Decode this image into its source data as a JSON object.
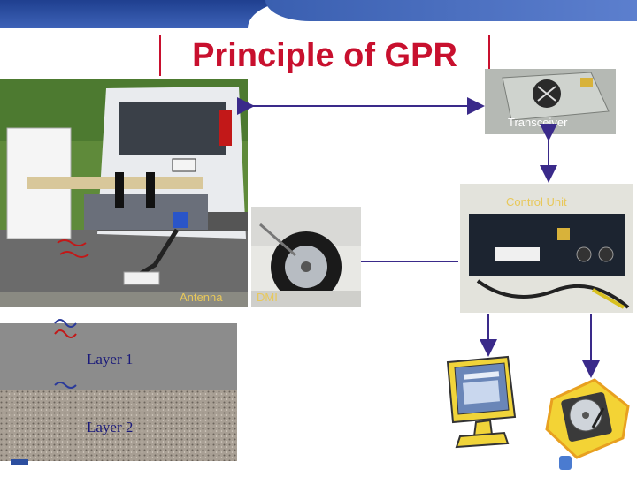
{
  "title": "Principle of GPR",
  "labels": {
    "transceiver": "Transceiver",
    "control_unit": "Control Unit",
    "antenna": "Antenna",
    "dmi": "DMI",
    "layer1": "Layer 1",
    "layer2": "Layer 2"
  },
  "colors": {
    "title": "#c8102e",
    "arrow": "#3a2a8a",
    "label": "#e8c85a",
    "layer1": "#8c8c8c",
    "layer_text": "#1a1a7a",
    "header": "#2d4f9f"
  },
  "icons": [
    "computer-monitor-icon",
    "hard-drive-icon"
  ]
}
